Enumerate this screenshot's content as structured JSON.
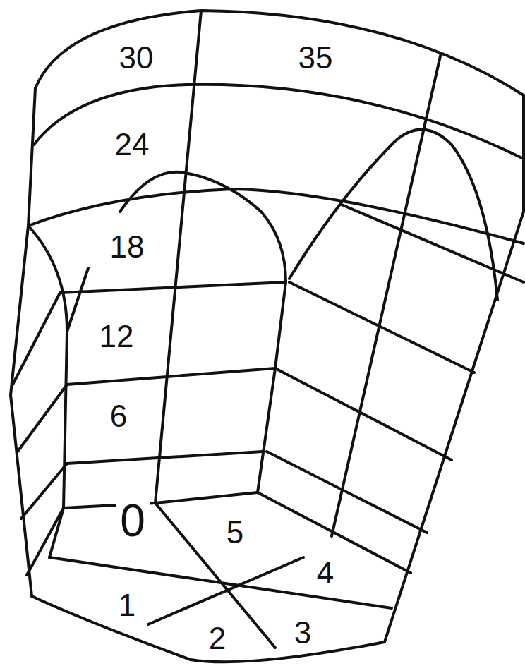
{
  "diagram": {
    "labels": [
      "30",
      "35",
      "24",
      "18",
      "12",
      "6",
      "0",
      "5",
      "4",
      "1",
      "2",
      "3"
    ]
  }
}
